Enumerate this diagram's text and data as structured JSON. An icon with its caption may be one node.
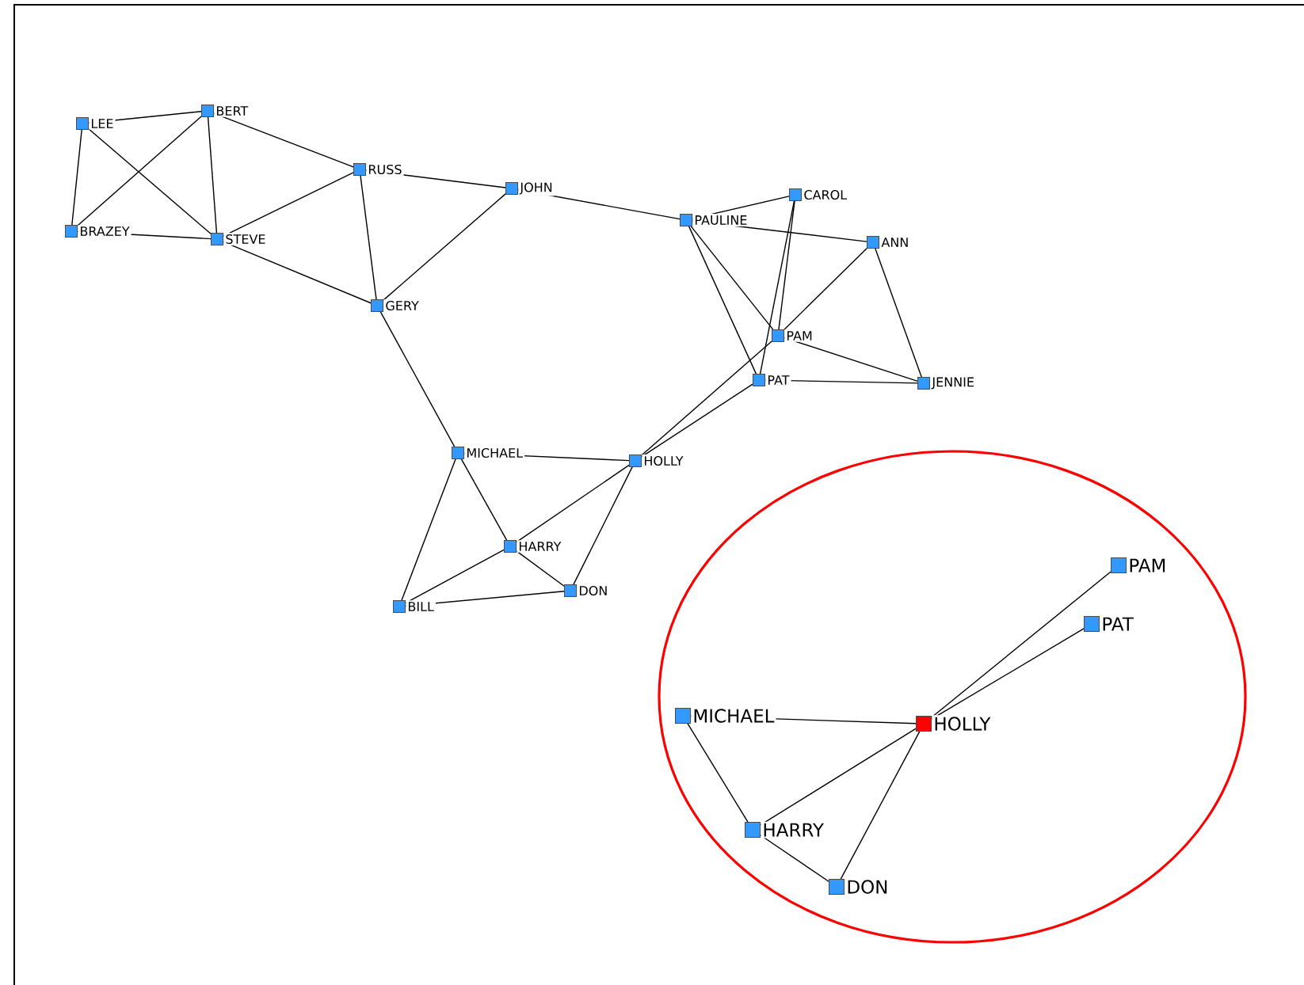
{
  "diagram": {
    "nodes": [
      {
        "text": [
          "LEE"
        ]
      },
      {
        "text": [
          "BERT"
        ]
      },
      {
        "text": [
          "RUSS"
        ]
      },
      {
        "text": [
          "JOHN"
        ]
      },
      {
        "text": [
          "BRAZEY"
        ]
      },
      {
        "text": [
          "STEVE"
        ]
      },
      {
        "text": [
          "GERY"
        ]
      },
      {
        "text": [
          "PAULINE"
        ]
      },
      {
        "text": [
          "CAROL"
        ]
      },
      {
        "text": [
          "ANN"
        ]
      },
      {
        "text": [
          "PAM"
        ]
      },
      {
        "text": [
          "PAT"
        ]
      },
      {
        "text": [
          "JENNIE"
        ]
      },
      {
        "text": [
          "MICHAEL"
        ]
      },
      {
        "text": [
          "HOLLY"
        ]
      },
      {
        "text": [
          "HARRY"
        ]
      },
      {
        "text": [
          "BILL"
        ]
      },
      {
        "text": [
          "DON"
        ]
      },
      {
        "text": [
          "PAM"
        ]
      },
      {
        "text": [
          "PAT"
        ]
      },
      {
        "text": [
          "MICHAEL"
        ]
      },
      {
        "text": [
          "HOLLY"
        ]
      },
      {
        "text": [
          "HARRY"
        ]
      },
      {
        "text": [
          "DON"
        ]
      }
    ],
    "edges": [
      {
        "from": 0,
        "to": 1,
        "arrow": "none"
      },
      {
        "from": 0,
        "to": 4,
        "arrow": "none"
      },
      {
        "from": 0,
        "to": 5,
        "arrow": "none"
      },
      {
        "from": 1,
        "to": 4,
        "arrow": "none"
      },
      {
        "from": 1,
        "to": 5,
        "arrow": "none"
      },
      {
        "from": 1,
        "to": 2,
        "arrow": "none"
      },
      {
        "from": 4,
        "to": 5,
        "arrow": "none"
      },
      {
        "from": 5,
        "to": 2,
        "arrow": "none"
      },
      {
        "from": 5,
        "to": 6,
        "arrow": "none"
      },
      {
        "from": 2,
        "to": 6,
        "arrow": "none"
      },
      {
        "from": 2,
        "to": 3,
        "arrow": "none"
      },
      {
        "from": 3,
        "to": 6,
        "arrow": "none"
      },
      {
        "from": 6,
        "to": 13,
        "arrow": "none"
      },
      {
        "from": 3,
        "to": 7,
        "arrow": "none"
      },
      {
        "from": 7,
        "to": 8,
        "arrow": "none"
      },
      {
        "from": 7,
        "to": 9,
        "arrow": "none"
      },
      {
        "from": 7,
        "to": 10,
        "arrow": "none"
      },
      {
        "from": 7,
        "to": 11,
        "arrow": "none"
      },
      {
        "from": 8,
        "to": 10,
        "arrow": "none"
      },
      {
        "from": 8,
        "to": 11,
        "arrow": "none"
      },
      {
        "from": 9,
        "to": 10,
        "arrow": "none"
      },
      {
        "from": 9,
        "to": 12,
        "arrow": "none"
      },
      {
        "from": 10,
        "to": 12,
        "arrow": "none"
      },
      {
        "from": 11,
        "to": 12,
        "arrow": "none"
      },
      {
        "from": 10,
        "to": 14,
        "arrow": "none"
      },
      {
        "from": 11,
        "to": 14,
        "arrow": "none"
      },
      {
        "from": 13,
        "to": 14,
        "arrow": "none"
      },
      {
        "from": 13,
        "to": 15,
        "arrow": "none"
      },
      {
        "from": 13,
        "to": 16,
        "arrow": "none"
      },
      {
        "from": 14,
        "to": 15,
        "arrow": "none"
      },
      {
        "from": 14,
        "to": 17,
        "arrow": "none"
      },
      {
        "from": 15,
        "to": 16,
        "arrow": "none"
      },
      {
        "from": 15,
        "to": 17,
        "arrow": "none"
      },
      {
        "from": 16,
        "to": 17,
        "arrow": "none"
      },
      {
        "from": 21,
        "to": 18,
        "arrow": "none"
      },
      {
        "from": 21,
        "to": 19,
        "arrow": "none"
      },
      {
        "from": 20,
        "to": 21,
        "arrow": "none"
      },
      {
        "from": 20,
        "to": 22,
        "arrow": "none"
      },
      {
        "from": 21,
        "to": 22,
        "arrow": "none"
      },
      {
        "from": 21,
        "to": 23,
        "arrow": "none"
      },
      {
        "from": 22,
        "to": 23,
        "arrow": "none"
      }
    ]
  }
}
